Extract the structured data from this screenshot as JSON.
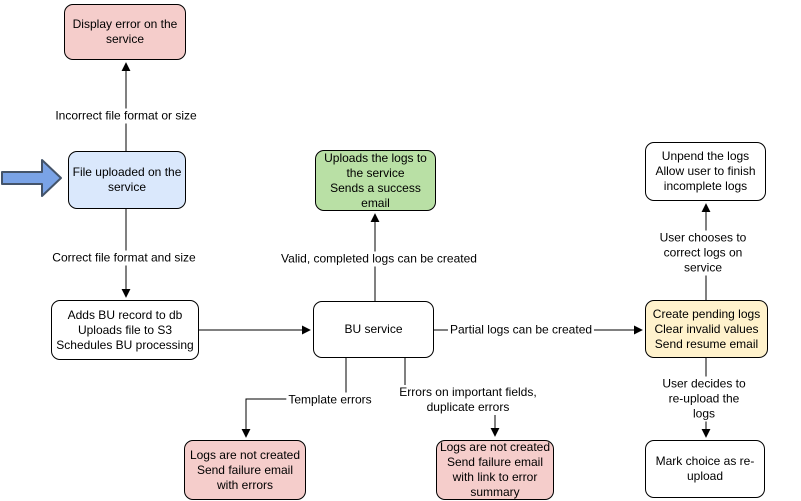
{
  "colors": {
    "pink": "#f5cdcb",
    "blue": "#dae8fc",
    "green": "#b9e0a5",
    "yellow": "#fff2cc",
    "white": "#ffffff",
    "border": "#000000",
    "input_arrow_fill": "#7aa3e6",
    "input_arrow_border": "#44546a"
  },
  "nodes": {
    "display_error": {
      "label": "Display error on the\nservice",
      "color": "pink"
    },
    "file_uploaded": {
      "label": "File uploaded on the\nservice",
      "color": "blue"
    },
    "adds_bu_record": {
      "label": "Adds BU record to db\nUploads file to S3\nSchedules BU processing",
      "color": "white"
    },
    "bu_service": {
      "label": "BU service",
      "color": "white"
    },
    "uploads_logs": {
      "label": "Uploads the logs to\nthe service\nSends a success\nemail",
      "color": "green"
    },
    "create_pending": {
      "label": "Create pending logs\nClear invalid values\nSend resume email",
      "color": "yellow"
    },
    "unpend_logs": {
      "label": "Unpend the logs\nAllow user to finish\nincomplete logs",
      "color": "white"
    },
    "mark_choice": {
      "label": "Mark choice as re-\nupload",
      "color": "white"
    },
    "logs_not_created_errors": {
      "label": "Logs are not created\nSend failure email\nwith errors",
      "color": "pink"
    },
    "logs_not_created_summary": {
      "label": "Logs are not created\nSend failure email\nwith link to error\nsummary",
      "color": "pink"
    }
  },
  "edge_labels": {
    "incorrect_file": "Incorrect file format or size",
    "correct_file": "Correct file format and size",
    "valid_completed": "Valid, completed logs can be created",
    "partial_logs": "Partial logs can be created",
    "user_corrects": "User chooses to correct logs on service",
    "user_reuploads": "User decides to re-upload the logs",
    "template_errors": "Template errors",
    "important_fields": "Errors on important fields,\nduplicate errors"
  }
}
